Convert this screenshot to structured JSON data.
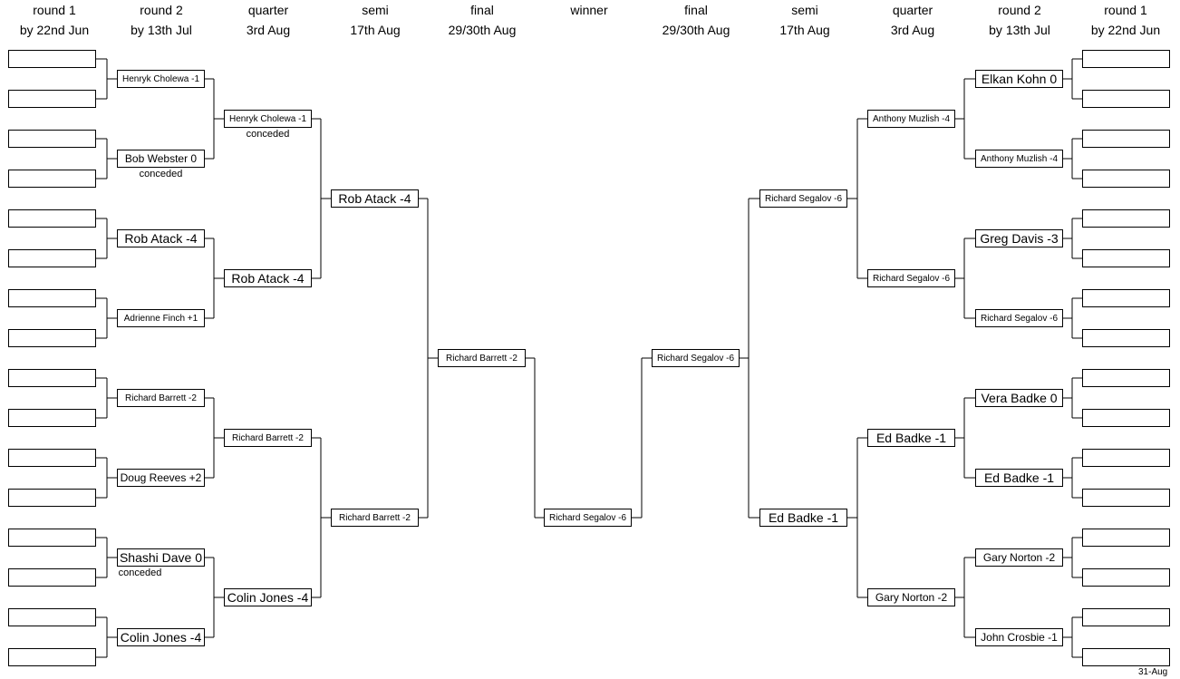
{
  "headers": [
    {
      "title": "round 1",
      "date": "by 22nd Jun"
    },
    {
      "title": "round 2",
      "date": "by 13th Jul"
    },
    {
      "title": "quarter",
      "date": "3rd Aug"
    },
    {
      "title": "semi",
      "date": "17th Aug"
    },
    {
      "title": "final",
      "date": "29/30th Aug"
    },
    {
      "title": "winner",
      "date": ""
    },
    {
      "title": "final",
      "date": "29/30th Aug"
    },
    {
      "title": "semi",
      "date": "17th Aug"
    },
    {
      "title": "quarter",
      "date": "3rd Aug"
    },
    {
      "title": "round 2",
      "date": "by 13th Jul"
    },
    {
      "title": "round 1",
      "date": "by 22nd Jun"
    }
  ],
  "left": {
    "round2": [
      "Henryk Cholewa -1",
      "Bob Webster 0",
      "Rob Atack -4",
      "Adrienne Finch +1",
      "Richard Barrett -2",
      "Doug Reeves +2",
      "Shashi Dave 0",
      "Colin Jones -4"
    ],
    "quarter": [
      "Henryk Cholewa -1",
      "Rob Atack -4",
      "Richard Barrett -2",
      "Colin Jones -4"
    ],
    "semi": [
      "Rob Atack -4",
      "Richard Barrett -2"
    ],
    "final": "Richard Barrett -2"
  },
  "winner": "Richard Segalov -6",
  "right": {
    "final": "Richard Segalov -6",
    "semi": [
      "Richard Segalov -6",
      "Ed Badke -1"
    ],
    "quarter": [
      "Anthony Muzlish -4",
      "Richard Segalov -6",
      "Ed Badke -1",
      "Gary Norton -2"
    ],
    "round2": [
      "Elkan Kohn 0",
      "Anthony Muzlish -4",
      "Greg Davis -3",
      "Richard Segalov -6",
      "Vera Badke 0",
      "Ed Badke -1",
      "Gary Norton -2",
      "John Crosbie -1"
    ]
  },
  "notes": {
    "quarter_conceded": "conceded",
    "bob_conceded": "conceded",
    "shashi_conceded": "conceded"
  },
  "footer_date": "31-Aug"
}
